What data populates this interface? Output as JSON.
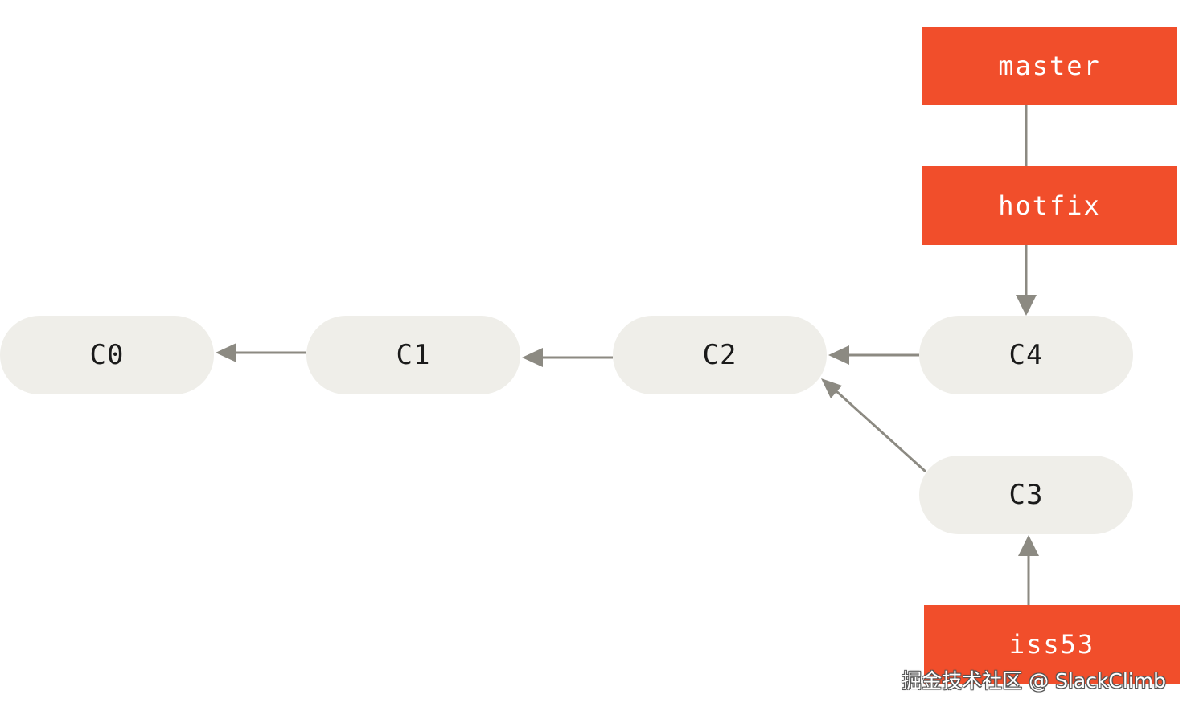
{
  "colors": {
    "commit_fill": "#efeee9",
    "branch_fill": "#f14e2b",
    "arrow": "#8c8a82",
    "text_dark": "#1a1a1a",
    "text_light": "#ffffff"
  },
  "commits": {
    "c0": "C0",
    "c1": "C1",
    "c2": "C2",
    "c3": "C3",
    "c4": "C4"
  },
  "branches": {
    "master": "master",
    "hotfix": "hotfix",
    "iss53": "iss53"
  },
  "edges": [
    {
      "from": "C1",
      "to": "C0"
    },
    {
      "from": "C2",
      "to": "C1"
    },
    {
      "from": "C4",
      "to": "C2"
    },
    {
      "from": "C3",
      "to": "C2"
    },
    {
      "from": "master",
      "to": "hotfix"
    },
    {
      "from": "hotfix",
      "to": "C4"
    },
    {
      "from": "iss53",
      "to": "C3"
    }
  ],
  "watermark": "掘金技术社区 @ SlackClimb"
}
